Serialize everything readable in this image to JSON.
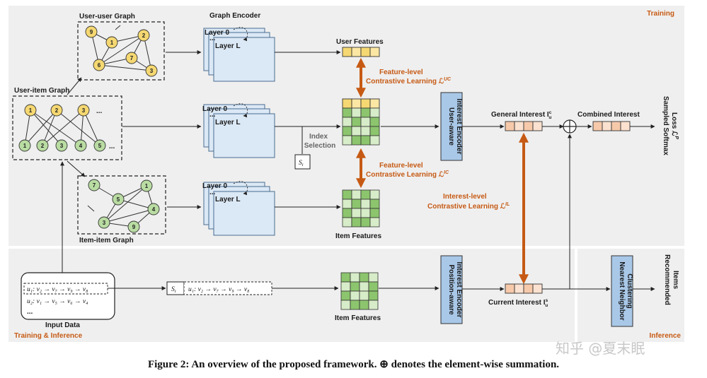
{
  "regions": {
    "training": "Training",
    "training_inference": "Training & Inference",
    "inference": "Inference"
  },
  "graphs": {
    "user_user": "User-user Graph",
    "user_item": "User-item Graph",
    "item_item": "Item-item Graph"
  },
  "encoder": {
    "title": "Graph Encoder",
    "layer0": "Layer 0",
    "layerL": "Layer L",
    "dots": "..."
  },
  "labels": {
    "user_features": "User Features",
    "item_features": "Item Features",
    "item_features_bottom": "Item Features",
    "index_selection_1": "Index",
    "index_selection_2": "Selection",
    "general_interest": "General Interest I",
    "general_sup": "c",
    "general_sub": "u",
    "combined_interest": "Combined Interest",
    "current_interest": "Current Interest I",
    "current_sup": "s",
    "current_sub": "u",
    "sampled_softmax_1": "Sampled Softmax",
    "sampled_softmax_2": "Loss ℒ",
    "sampled_softmax_sup": "P",
    "recommended_1": "Recommended",
    "recommended_2": "Items",
    "input_data": "Input Data",
    "si": "S",
    "si_sub": "i"
  },
  "contrastive": {
    "uc_1": "Feature-level",
    "uc_2": "Contrastive Learning ℒ",
    "uc_sup": "UC",
    "ic_1": "Feature-level",
    "ic_2": "Contrastive Learning ℒ",
    "ic_sup": "IC",
    "il_1": "Interest-level",
    "il_2": "Contrastive Learning ℒ",
    "il_sup": "IL"
  },
  "encoders": {
    "user_aware_1": "User-aware",
    "user_aware_2": "Interest Encoder",
    "position_aware_1": "Position-aware",
    "position_aware_2": "Interest Encoder",
    "nn_clustering_1": "Nearest Neighbor",
    "nn_clustering_2": "Clustering"
  },
  "sequences": {
    "u1": "u₁: v₂ → v₇ → v₉ → v₈",
    "u2": "u₂: v₁ → v₅ → v₆ → v₄",
    "ellipsis": "...",
    "si_seq": "u₁: v₂ → v₇ → v₉ → v₈"
  },
  "nodes": {
    "user_user": [
      "9",
      "1",
      "2",
      "7",
      "6",
      "3"
    ],
    "users_top": [
      "1",
      "2",
      "3"
    ],
    "items_bottom": [
      "1",
      "2",
      "3",
      "4",
      "5"
    ],
    "item_item": [
      "7",
      "1",
      "5",
      "4",
      "3",
      "9"
    ],
    "ellipsis": "..."
  },
  "watermark": "知乎 @夏末眠",
  "caption": "Figure 2: An overview of the proposed framework. ⊕ denotes the element-wise summation.",
  "colors": {
    "panel": "#efefef",
    "user_node": "#f5d872",
    "item_node": "#b9dca2",
    "encoder_fill": "#dbe8f5",
    "encoder_stroke": "#4a6d91",
    "grid_green": "#8cc56d",
    "grid_light": "#d7ecc8",
    "user_feat": "#f5d872",
    "interest_feat": "#f6c9aa",
    "arrow_orange": "#c65a14"
  }
}
